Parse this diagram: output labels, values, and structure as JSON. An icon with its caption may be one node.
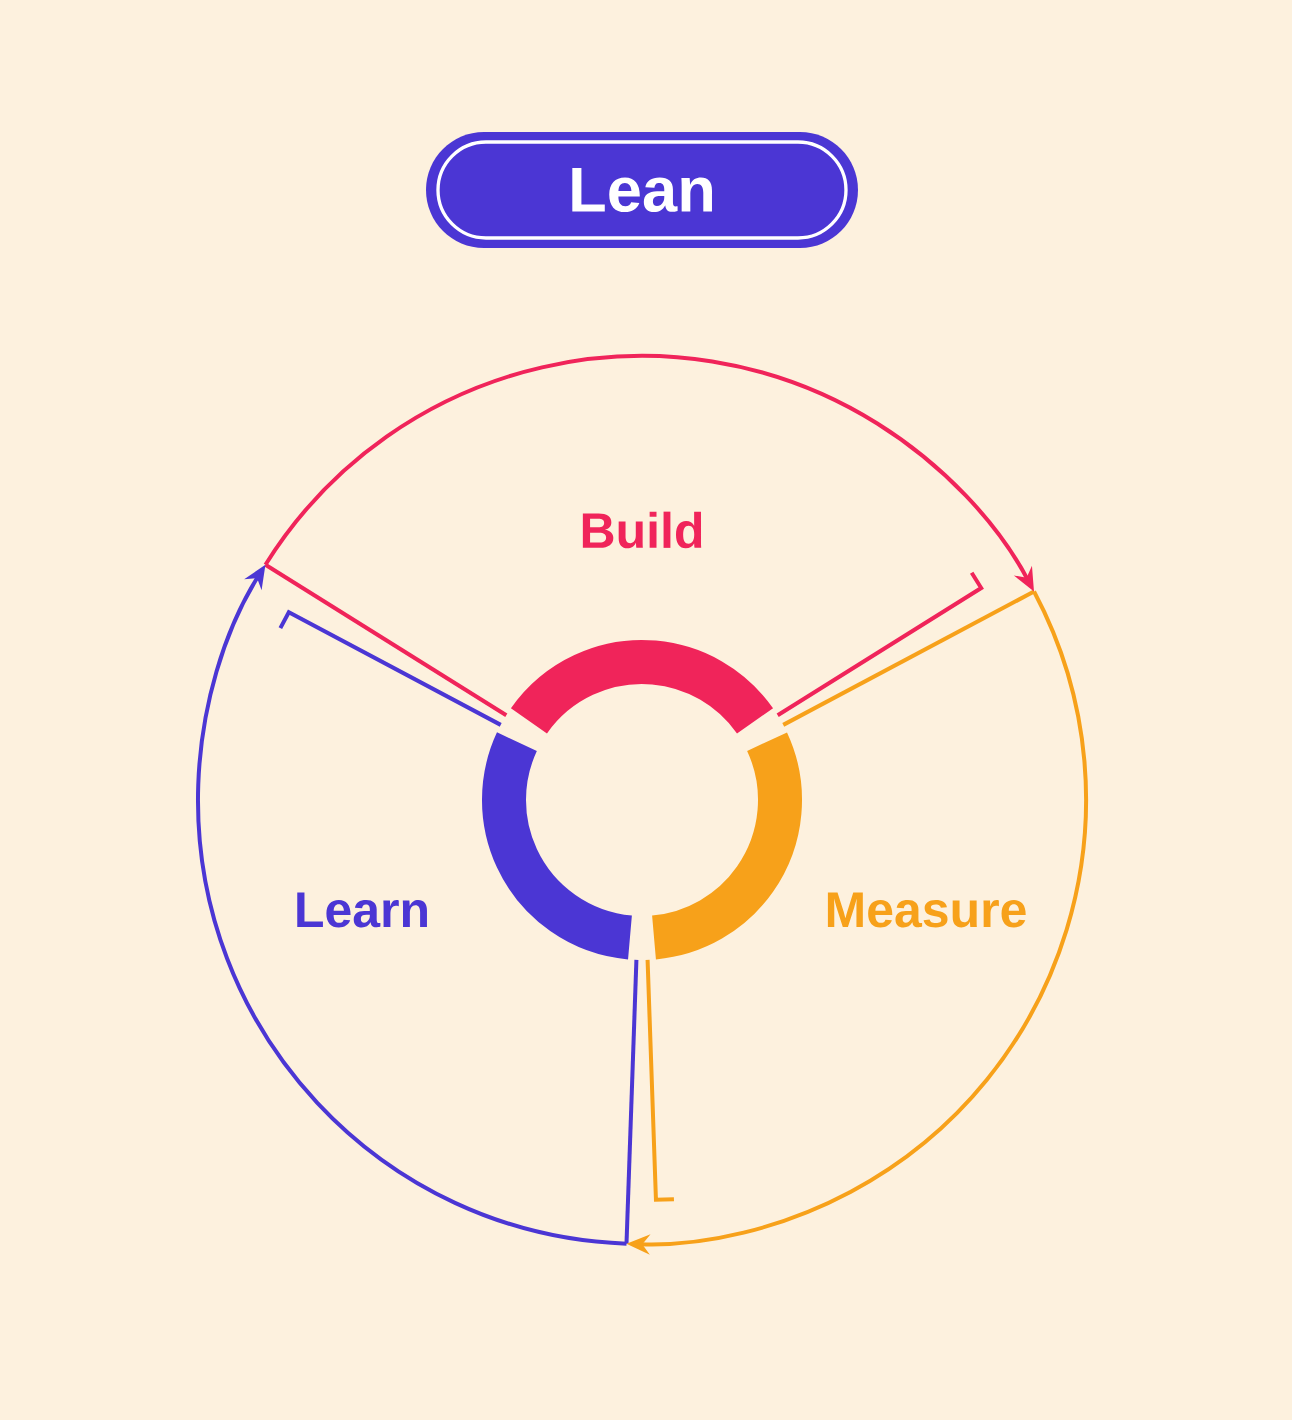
{
  "diagram": {
    "title": "Lean",
    "nodes": [
      {
        "text": [
          "Build"
        ]
      },
      {
        "text": [
          "Measure"
        ]
      },
      {
        "text": [
          "Learn"
        ]
      }
    ],
    "edges": [
      {
        "from": 0,
        "to": 1,
        "arrow": "to",
        "color": "#f0245a"
      },
      {
        "from": 1,
        "to": 2,
        "arrow": "to",
        "color": "#f7a11a"
      },
      {
        "from": 2,
        "to": 0,
        "arrow": "to",
        "color": "#4b36d4"
      }
    ]
  }
}
